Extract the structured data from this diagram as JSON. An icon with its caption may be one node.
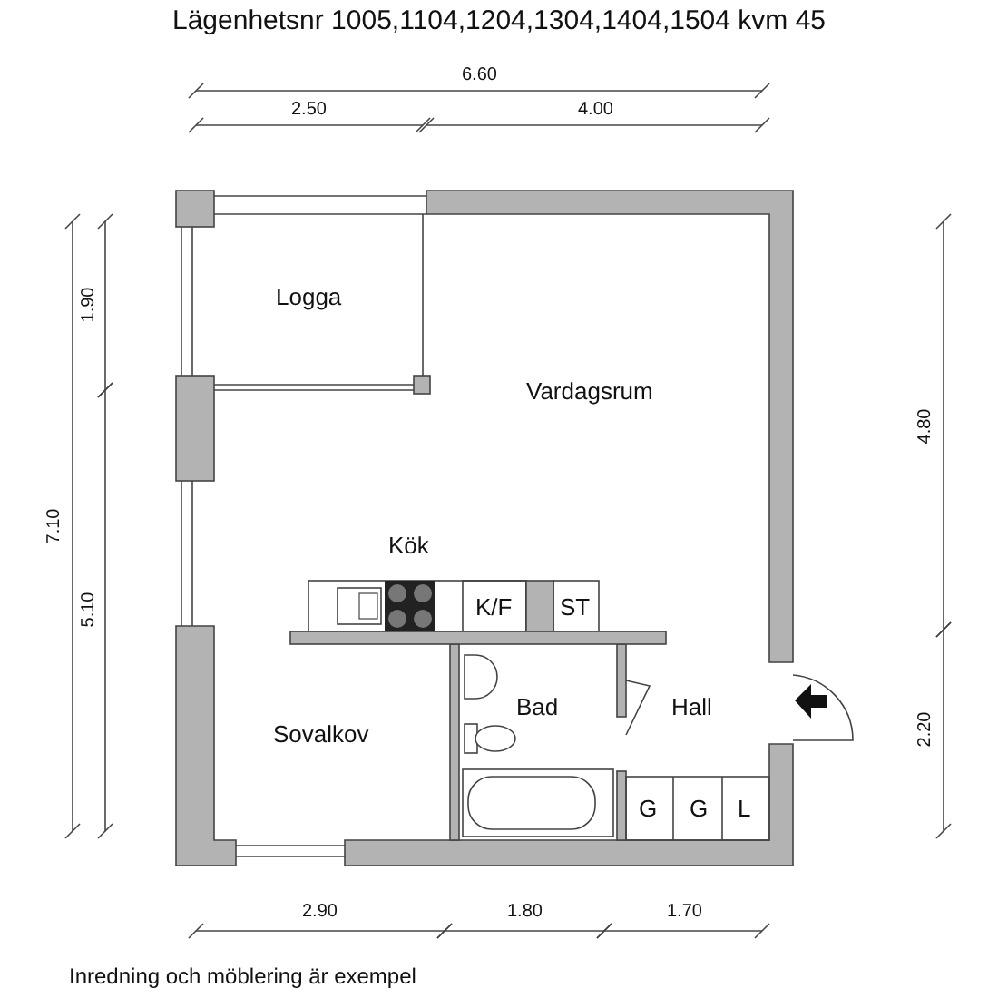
{
  "diagram": {
    "title": "Lägenhetsnr 1005,1104,1204,1304,1404,1504 kvm 45",
    "caption": "Inredning och möblering är exempel",
    "labels": [
      "6.60",
      "2.50",
      "4.00",
      "1.90",
      "7.10",
      "5.10",
      "4.80",
      "Logga",
      "Vardagsrum",
      "Kök",
      "K/F",
      "ST",
      "Bad",
      "Hall",
      "Sovalkov",
      "2.20",
      "G",
      "G",
      "L",
      "2.90",
      "1.80",
      "1.70"
    ]
  }
}
